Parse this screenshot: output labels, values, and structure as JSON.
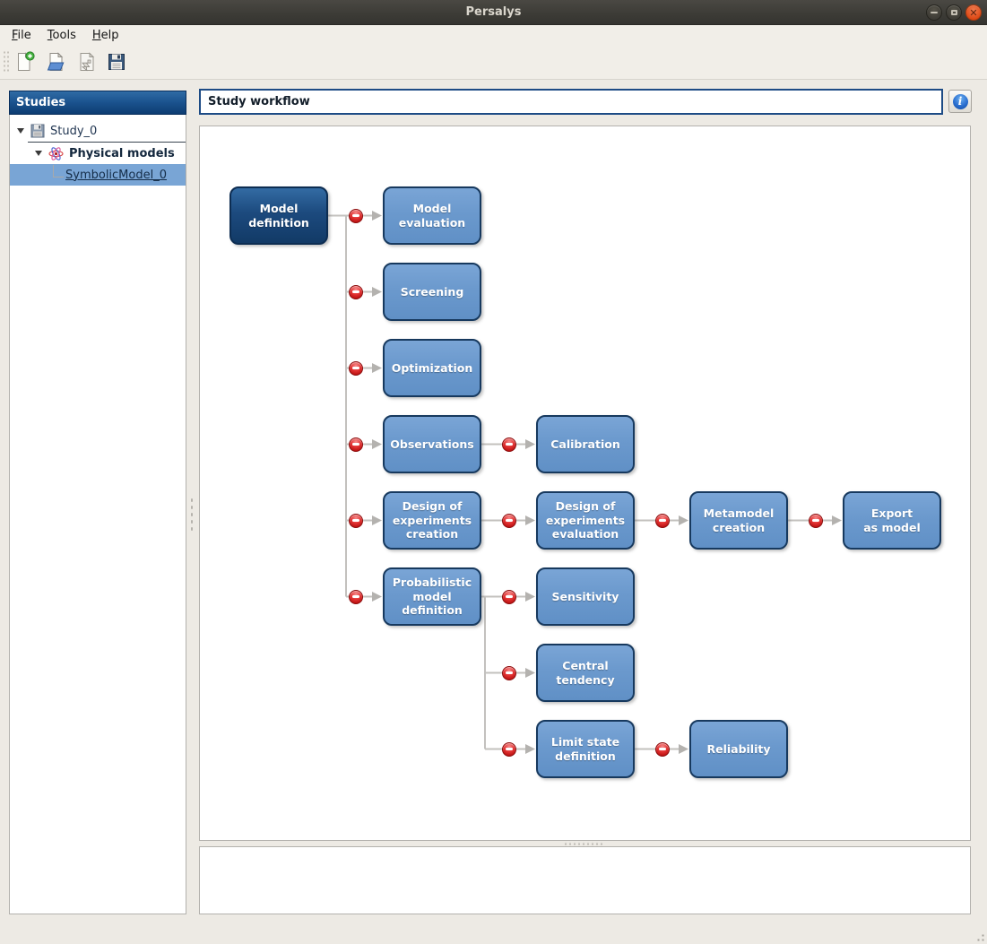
{
  "window": {
    "title": "Persalys"
  },
  "titlebar": {
    "controls": [
      {
        "name": "minimize",
        "icon": "minimize-icon"
      },
      {
        "name": "maximize",
        "icon": "maximize-icon"
      },
      {
        "name": "close",
        "icon": "close-icon"
      }
    ]
  },
  "menu": {
    "items": [
      {
        "label": "File",
        "mnemonic": 0
      },
      {
        "label": "Tools",
        "mnemonic": 0
      },
      {
        "label": "Help",
        "mnemonic": 0
      }
    ]
  },
  "toolbar": {
    "buttons": [
      {
        "name": "new-study",
        "icon": "new-document-icon"
      },
      {
        "name": "open-study",
        "icon": "open-document-icon"
      },
      {
        "name": "import-script",
        "icon": "import-script-icon"
      },
      {
        "name": "save-study",
        "icon": "save-icon"
      }
    ]
  },
  "sidebar": {
    "header": "Studies",
    "items": [
      {
        "label": "Study_0",
        "icon": "floppy-icon",
        "expanded": true,
        "level": 0
      },
      {
        "label": "Physical models",
        "icon": "atom-icon",
        "expanded": true,
        "level": 1,
        "bold": true
      },
      {
        "label": "SymbolicModel_0",
        "level": 2,
        "selected": true,
        "underlined": true
      }
    ]
  },
  "main": {
    "title": "Study workflow",
    "info_button_icon": "info-icon"
  },
  "workflow": {
    "nodes": [
      {
        "id": "model-definition",
        "label": "Model\ndefinition",
        "col": 0,
        "row": 0,
        "variant": "dark"
      },
      {
        "id": "model-evaluation",
        "label": "Model\nevaluation",
        "col": 1,
        "row": 0
      },
      {
        "id": "screening",
        "label": "Screening",
        "col": 1,
        "row": 1
      },
      {
        "id": "optimization",
        "label": "Optimization",
        "col": 1,
        "row": 2
      },
      {
        "id": "observations",
        "label": "Observations",
        "col": 1,
        "row": 3
      },
      {
        "id": "calibration",
        "label": "Calibration",
        "col": 2,
        "row": 3
      },
      {
        "id": "doe-creation",
        "label": "Design of\nexperiments\ncreation",
        "col": 1,
        "row": 4
      },
      {
        "id": "doe-evaluation",
        "label": "Design of\nexperiments\nevaluation",
        "col": 2,
        "row": 4
      },
      {
        "id": "metamodel-creation",
        "label": "Metamodel\ncreation",
        "col": 3,
        "row": 4
      },
      {
        "id": "export-as-model",
        "label": "Export\nas model",
        "col": 4,
        "row": 4
      },
      {
        "id": "probabilistic-model",
        "label": "Probabilistic\nmodel\ndefinition",
        "col": 1,
        "row": 5
      },
      {
        "id": "sensitivity",
        "label": "Sensitivity",
        "col": 2,
        "row": 5
      },
      {
        "id": "central-tendency",
        "label": "Central\ntendency",
        "col": 2,
        "row": 6
      },
      {
        "id": "limit-state-definition",
        "label": "Limit state\ndefinition",
        "col": 2,
        "row": 7
      },
      {
        "id": "reliability",
        "label": "Reliability",
        "col": 3,
        "row": 7
      }
    ],
    "connections": [
      {
        "from": "model-definition",
        "to": "model-evaluation",
        "status": "disabled"
      },
      {
        "from": "model-definition",
        "to": "screening",
        "status": "disabled"
      },
      {
        "from": "model-definition",
        "to": "optimization",
        "status": "disabled"
      },
      {
        "from": "model-definition",
        "to": "observations",
        "status": "disabled"
      },
      {
        "from": "model-definition",
        "to": "doe-creation",
        "status": "disabled"
      },
      {
        "from": "model-definition",
        "to": "probabilistic-model",
        "status": "disabled"
      },
      {
        "from": "observations",
        "to": "calibration",
        "status": "disabled"
      },
      {
        "from": "doe-creation",
        "to": "doe-evaluation",
        "status": "disabled"
      },
      {
        "from": "doe-evaluation",
        "to": "metamodel-creation",
        "status": "disabled"
      },
      {
        "from": "metamodel-creation",
        "to": "export-as-model",
        "status": "disabled"
      },
      {
        "from": "probabilistic-model",
        "to": "sensitivity",
        "status": "disabled"
      },
      {
        "from": "probabilistic-model",
        "to": "central-tendency",
        "status": "disabled"
      },
      {
        "from": "probabilistic-model",
        "to": "limit-state-definition",
        "status": "disabled"
      },
      {
        "from": "limit-state-definition",
        "to": "reliability",
        "status": "disabled"
      }
    ]
  },
  "colors": {
    "node_fill": "#6b99cd",
    "node_fill_dark": "#1c4a7e",
    "node_border": "#17395e",
    "selection_blue": "#79a5d5",
    "disabled_icon_red": "#c01414",
    "sidebar_header_top": "#2f6ba5",
    "sidebar_header_bottom": "#0d3d72",
    "close_button_orange": "#dd4814",
    "connector_gray": "#c3c1be"
  }
}
